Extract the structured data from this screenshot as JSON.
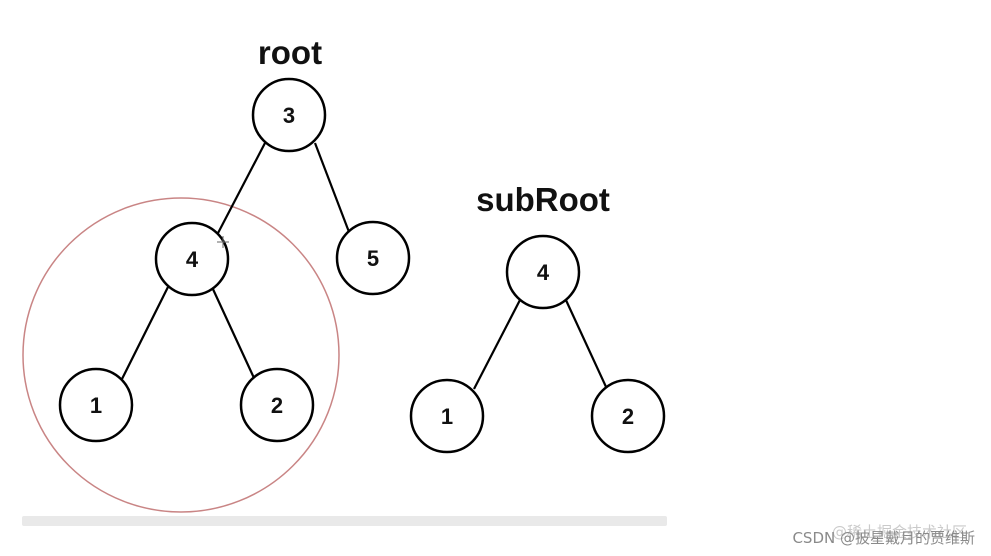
{
  "labels": {
    "root": "root",
    "subroot": "subRoot"
  },
  "root_tree": {
    "nodes": [
      {
        "id": "r3",
        "value": "3"
      },
      {
        "id": "r4",
        "value": "4"
      },
      {
        "id": "r5",
        "value": "5"
      },
      {
        "id": "r1",
        "value": "1"
      },
      {
        "id": "r2",
        "value": "2"
      }
    ],
    "edges": [
      [
        "r3",
        "r4"
      ],
      [
        "r3",
        "r5"
      ],
      [
        "r4",
        "r1"
      ],
      [
        "r4",
        "r2"
      ]
    ]
  },
  "subroot_tree": {
    "nodes": [
      {
        "id": "s4",
        "value": "4"
      },
      {
        "id": "s1",
        "value": "1"
      },
      {
        "id": "s2",
        "value": "2"
      }
    ],
    "edges": [
      [
        "s4",
        "s1"
      ],
      [
        "s4",
        "s2"
      ]
    ]
  },
  "colors": {
    "highlight_ring": "#c98585",
    "node_stroke": "#000000"
  },
  "watermark": {
    "text": "CSDN @披星戴月的贾维斯",
    "overlay_text": "@稀土掘金技术社区"
  }
}
